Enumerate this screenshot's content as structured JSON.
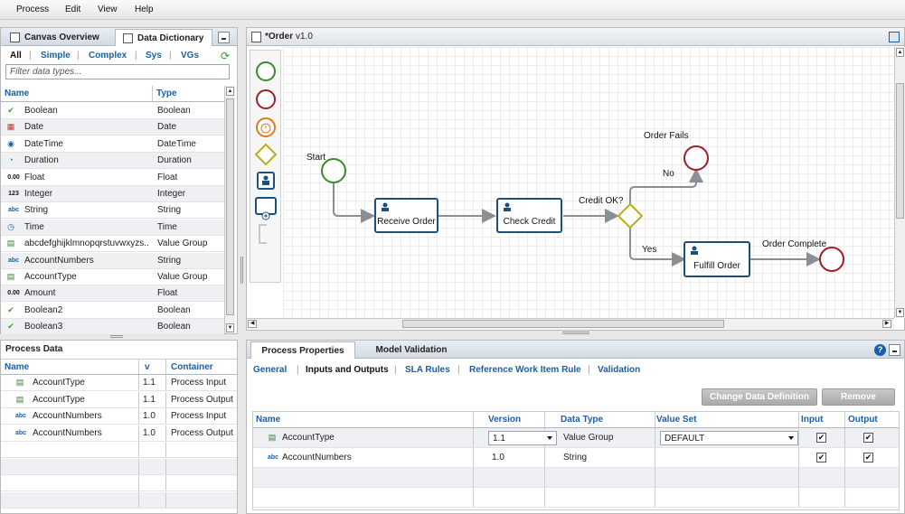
{
  "menu": [
    "Process",
    "Edit",
    "View",
    "Help"
  ],
  "left_tabs": {
    "canvas_overview": "Canvas Overview",
    "data_dictionary": "Data Dictionary"
  },
  "filters": {
    "all": "All",
    "simple": "Simple",
    "complex": "Complex",
    "sys": "Sys",
    "vgs": "VGs",
    "placeholder": "Filter data types..."
  },
  "data_types": {
    "headers": {
      "name": "Name",
      "type": "Type"
    },
    "rows": [
      {
        "icon": "check-icon",
        "name": "Boolean",
        "type": "Boolean"
      },
      {
        "icon": "calendar-icon",
        "name": "Date",
        "type": "Date"
      },
      {
        "icon": "datetime-icon",
        "name": "DateTime",
        "type": "DateTime"
      },
      {
        "icon": "duration-icon",
        "name": "Duration",
        "type": "Duration"
      },
      {
        "icon": "float-icon",
        "name": "Float",
        "type": "Float"
      },
      {
        "icon": "integer-icon",
        "name": "Integer",
        "type": "Integer"
      },
      {
        "icon": "string-icon",
        "name": "String",
        "type": "String"
      },
      {
        "icon": "clock-icon",
        "name": "Time",
        "type": "Time"
      },
      {
        "icon": "value-group-icon",
        "name": "abcdefghijklmnopqrstuvwxyzs...",
        "type": "Value Group"
      },
      {
        "icon": "string-icon",
        "name": "AccountNumbers",
        "type": "String"
      },
      {
        "icon": "value-group-icon",
        "name": "AccountType",
        "type": "Value Group"
      },
      {
        "icon": "float-icon",
        "name": "Amount",
        "type": "Float"
      },
      {
        "icon": "check-icon",
        "name": "Boolean2",
        "type": "Boolean"
      },
      {
        "icon": "check-icon",
        "name": "Boolean3",
        "type": "Boolean"
      }
    ]
  },
  "icon_glyphs": {
    "check-icon": "✔",
    "calendar-icon": "▦",
    "datetime-icon": "◉",
    "duration-icon": "◔",
    "float-icon": "0.00",
    "integer-icon": "123",
    "string-icon": "abc",
    "clock-icon": "◷",
    "value-group-icon": "▤"
  },
  "process_data": {
    "title": "Process Data",
    "headers": {
      "name": "Name",
      "v": "v",
      "container": "Container"
    },
    "rows": [
      {
        "icon": "value-group-icon",
        "name": "AccountType",
        "v": "1.1",
        "container": "Process Input"
      },
      {
        "icon": "value-group-icon",
        "name": "AccountType",
        "v": "1.1",
        "container": "Process Output"
      },
      {
        "icon": "string-icon",
        "name": "AccountNumbers",
        "v": "1.0",
        "container": "Process Input"
      },
      {
        "icon": "string-icon",
        "name": "AccountNumbers",
        "v": "1.0",
        "container": "Process Output"
      }
    ]
  },
  "canvas": {
    "title": "*Order",
    "version": "v1.0",
    "tasks": {
      "receive": "Receive Order",
      "check": "Check Credit",
      "fulfill": "Fulfill Order"
    },
    "labels": {
      "start": "Start",
      "credit_ok": "Credit OK?",
      "no": "No",
      "yes": "Yes",
      "order_fails": "Order Fails",
      "order_complete": "Order Complete"
    }
  },
  "props": {
    "tabs": {
      "process_properties": "Process Properties",
      "model_validation": "Model Validation"
    },
    "help": "?",
    "subtabs": [
      "General",
      "Inputs and Outputs",
      "SLA Rules",
      "Reference Work Item Rule",
      "Validation"
    ],
    "buttons": {
      "change": "Change Data Definition",
      "remove": "Remove"
    },
    "table": {
      "headers": {
        "name": "Name",
        "version": "Version",
        "data_type": "Data Type",
        "value_set": "Value Set",
        "input": "Input",
        "output": "Output"
      },
      "rows": [
        {
          "icon": "value-group-icon",
          "name": "AccountType",
          "version": "1.1",
          "data_type": "Value Group",
          "value_set": "DEFAULT",
          "input": "✔",
          "output": "✔"
        },
        {
          "icon": "string-icon",
          "name": "AccountNumbers",
          "version": "1.0",
          "data_type": "String",
          "value_set": "",
          "input": "✔",
          "output": "✔"
        }
      ]
    }
  },
  "colors": {
    "link": "#1a5fa6",
    "start_event": "#3b8a2e",
    "end_event": "#a11d22",
    "timer_event": "#e07a1a",
    "gateway": "#b8ad1e",
    "task_border": "#1d4f7c",
    "flow": "#8a8f96"
  }
}
